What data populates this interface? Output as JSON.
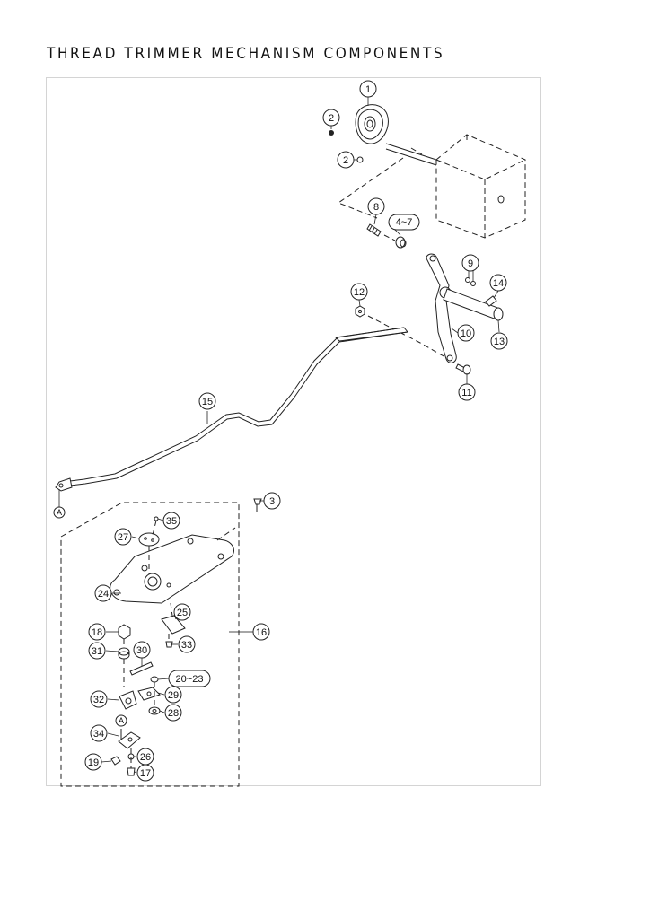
{
  "title": "THREAD TRIMMER MECHANISM COMPONENTS",
  "callouts": {
    "c1": "1",
    "c2a": "2",
    "c2b": "2",
    "c3": "3",
    "c4_7": "4~7",
    "c8": "8",
    "c9": "9",
    "c10": "10",
    "c11": "11",
    "c12": "12",
    "c13": "13",
    "c14": "14",
    "c15": "15",
    "c16": "16",
    "c17": "17",
    "c18": "18",
    "c19": "19",
    "c20_23": "20~23",
    "c24": "24",
    "c25": "25",
    "c26": "26",
    "c27": "27",
    "c28": "28",
    "c29": "29",
    "c30": "30",
    "c31": "31",
    "c32": "32",
    "c33": "33",
    "c34": "34",
    "c35": "35",
    "markA1": "A",
    "markA2": "A"
  }
}
